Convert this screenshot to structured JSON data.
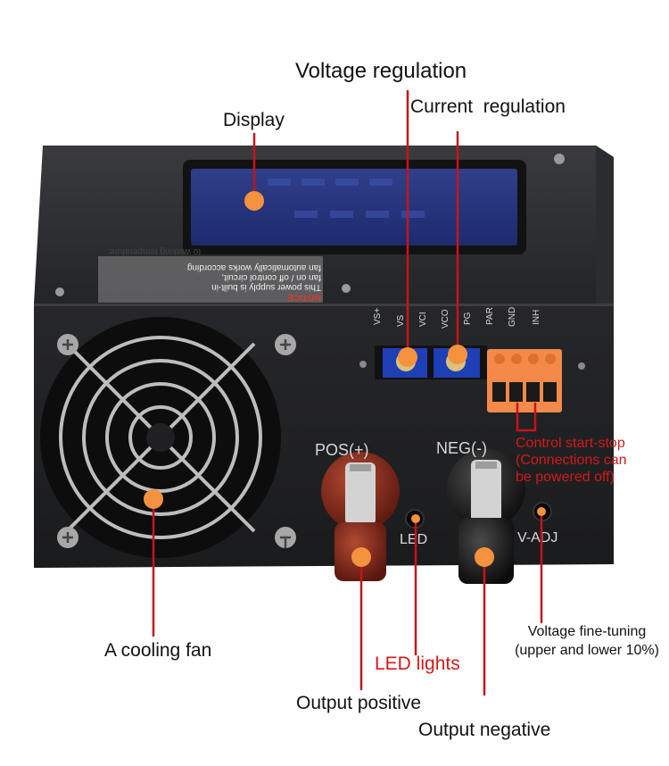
{
  "labels": {
    "voltage_regulation": "Voltage regulation",
    "current_regulation": "Current  regulation",
    "display": "Display",
    "control_line1": "Control start-stop",
    "control_line2": "(Connections can",
    "control_line3": "be powered off)",
    "cooling_fan": "A cooling fan",
    "led_lights": "LED lights",
    "output_positive": "Output positive",
    "output_negative": "Output negative",
    "fine_line1": "Voltage fine-tuning",
    "fine_line2": "(upper and lower 10%)"
  },
  "device_markings": {
    "pos": "POS(+)",
    "neg": "NEG(-)",
    "led": "LED",
    "vadj": "V-ADJ",
    "terminal_pins": [
      "VS+",
      "VS",
      "VCI",
      "VCO",
      "PG",
      "PAR",
      "GND",
      "INH"
    ],
    "notice_title": "NOTICE",
    "notice_lines": [
      "This power supply is built-in",
      "fan on / off control circuit,",
      "fan automatically works according",
      "to working temperature."
    ]
  },
  "colors": {
    "marker_orange": "#f5923e",
    "pointer_red": "#c6141a",
    "annotation_red": "#d31a1a",
    "case_black": "#1d1e20",
    "terminal_orange": "#f48a4a",
    "binding_post_red": "#7a2418"
  }
}
